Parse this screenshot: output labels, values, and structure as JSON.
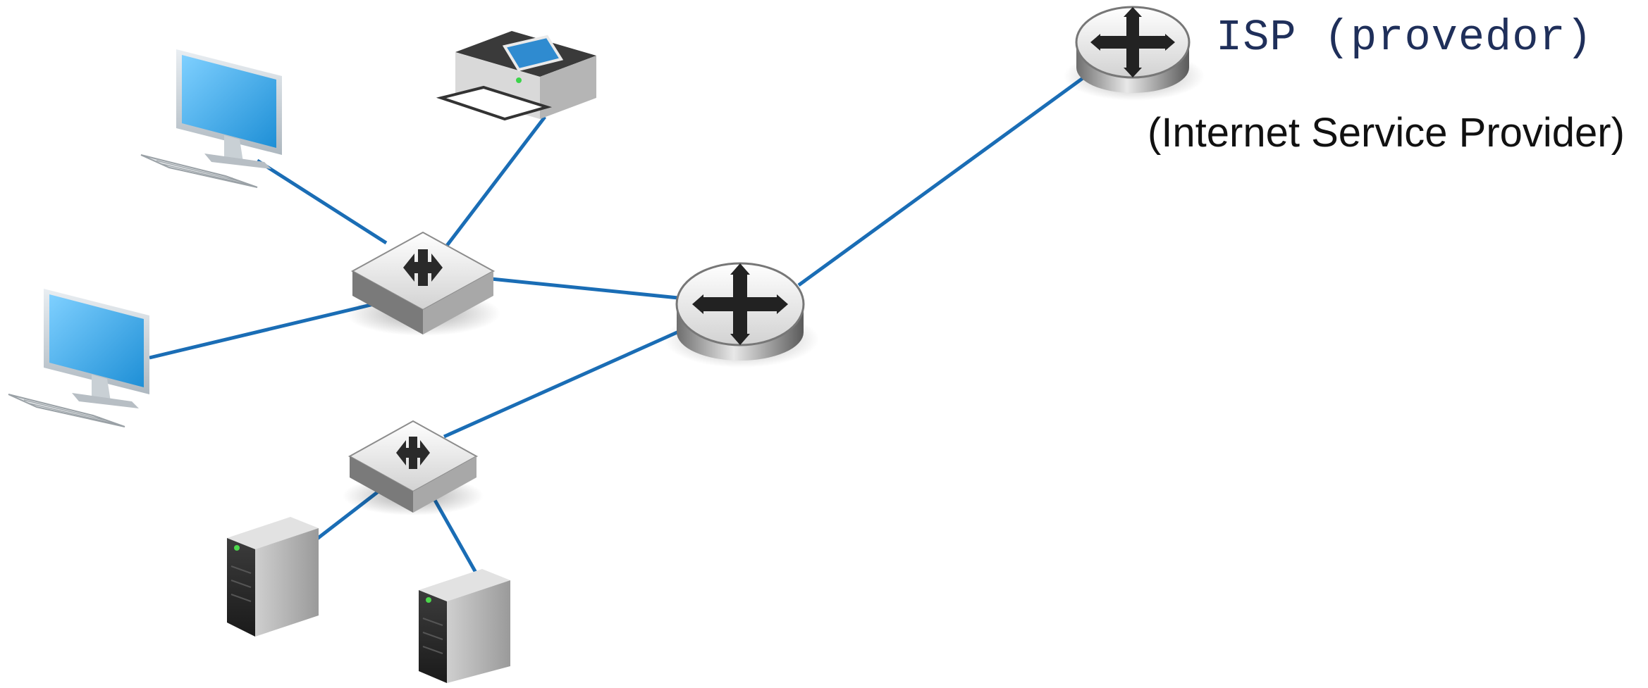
{
  "labels": {
    "isp_title": "ISP (provedor)",
    "isp_subtitle": "(Internet Service Provider)"
  },
  "colors": {
    "link": "#1a6db5",
    "screen": "#3aa7e8",
    "device_body": "#c8c8c8"
  },
  "nodes": [
    {
      "id": "desktop-1",
      "kind": "desktop-computer-icon"
    },
    {
      "id": "desktop-2",
      "kind": "desktop-computer-icon"
    },
    {
      "id": "printer-1",
      "kind": "printer-icon"
    },
    {
      "id": "switch-1",
      "kind": "switch-icon"
    },
    {
      "id": "switch-2",
      "kind": "switch-icon"
    },
    {
      "id": "router-local",
      "kind": "router-icon"
    },
    {
      "id": "router-isp",
      "kind": "router-icon"
    },
    {
      "id": "server-1",
      "kind": "server-icon"
    },
    {
      "id": "server-2",
      "kind": "server-icon"
    }
  ],
  "links": [
    [
      "desktop-1",
      "switch-1"
    ],
    [
      "desktop-2",
      "switch-1"
    ],
    [
      "printer-1",
      "switch-1"
    ],
    [
      "switch-1",
      "router-local"
    ],
    [
      "switch-2",
      "router-local"
    ],
    [
      "router-local",
      "router-isp"
    ],
    [
      "server-1",
      "switch-2"
    ],
    [
      "server-2",
      "switch-2"
    ]
  ]
}
